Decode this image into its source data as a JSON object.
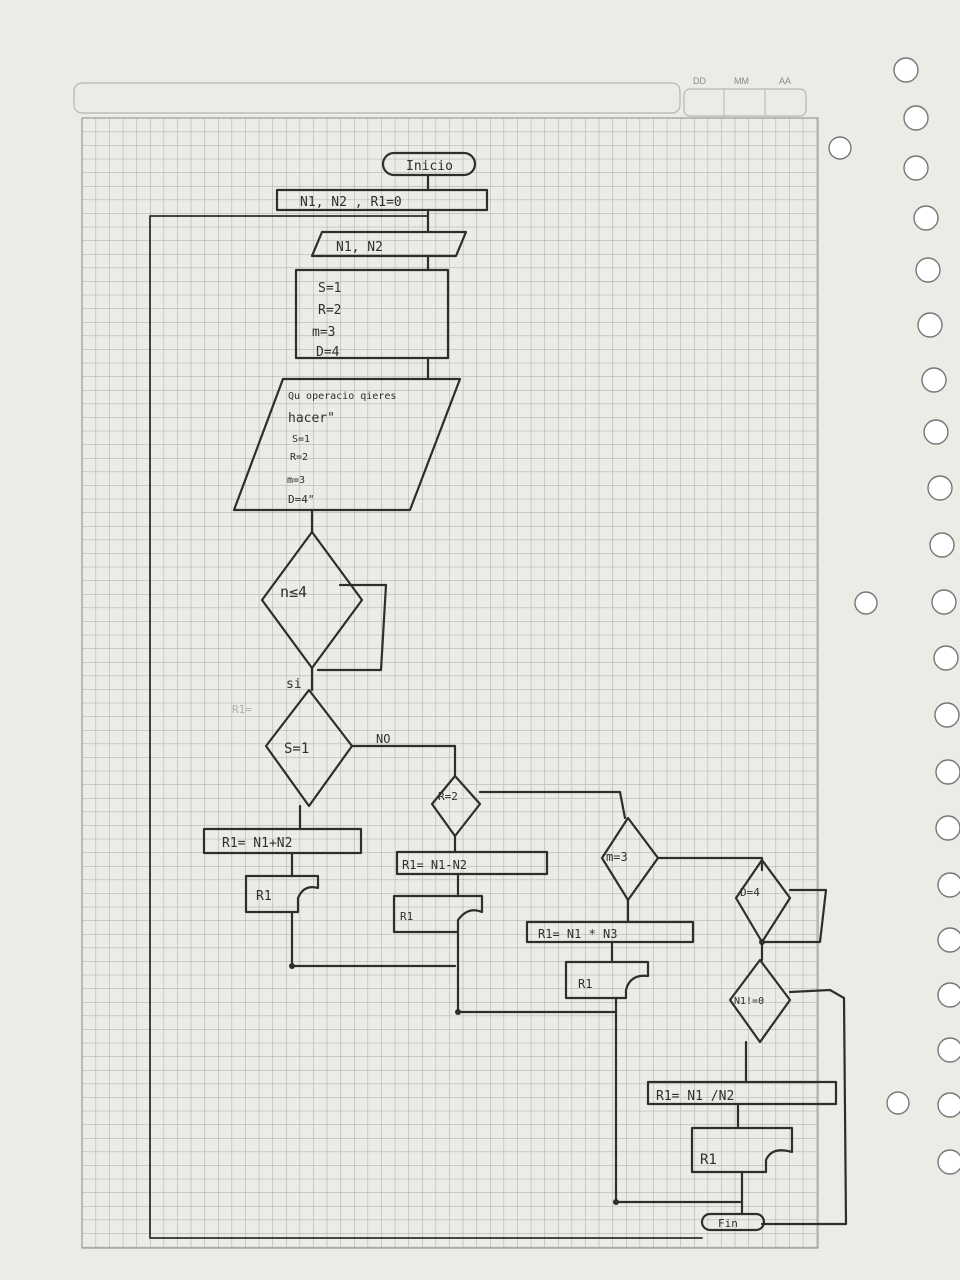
{
  "header": {
    "dd": "DD",
    "mm": "MM",
    "aa": "AA"
  },
  "flowchart": {
    "start": "Inicio",
    "init": "N1, N2 , R1=0",
    "read": "N1, N2",
    "options": [
      "S=1",
      "R=2",
      "m=3",
      "D=4"
    ],
    "prompt_line1": "Qu operacio qieres",
    "prompt_line2": "hacer\"",
    "prompt_options": [
      "S=1",
      "R=2",
      "m=3",
      "D=4\""
    ],
    "loop_decision": "n≤4",
    "yes": "si",
    "faint_text": "R1=",
    "dec_s": "S=1",
    "no": "NO",
    "proc_sum": "R1= N1+N2",
    "out_sum": "R1",
    "dec_r": "R=2",
    "proc_sub": "R1= N1-N2",
    "out_sub": "R1",
    "dec_m": "m=3",
    "proc_mul": "R1= N1 * N3",
    "out_mul": "R1",
    "dec_d": "D=4",
    "dec_n": "N1!=0",
    "proc_div": "R1= N1 /N2",
    "out_div": "R1",
    "end": "Fin"
  },
  "colors": {
    "paper": "#ecebe6",
    "grid": "#9c9c9c",
    "ink": "#2e2e2e"
  }
}
